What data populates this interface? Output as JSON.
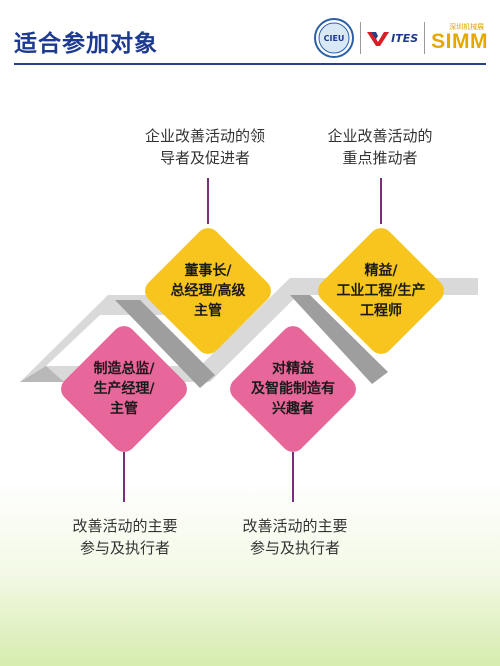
{
  "header": {
    "title": "适合参加对象",
    "logos": {
      "cieu_text": "CIEU",
      "ites_text": "ITES",
      "simm_top": "深圳机械展",
      "simm_text": "SIMM"
    }
  },
  "top_labels": [
    {
      "line1": "企业改善活动的领",
      "line2": "导者及促进者"
    },
    {
      "line1": "企业改善活动的",
      "line2": "重点推动者"
    }
  ],
  "bottom_labels": [
    {
      "line1": "改善活动的主要",
      "line2": "参与及执行者"
    },
    {
      "line1": "改善活动的主要",
      "line2": "参与及执行者"
    }
  ],
  "diamonds": [
    {
      "line1": "董事长/",
      "line2": "总经理/高级",
      "line3": "主管",
      "color": "#f7c51e"
    },
    {
      "line1": "精益/",
      "line2": "工业工程/生产",
      "line3": "工程师",
      "color": "#f7c51e"
    },
    {
      "line1": "制造总监/",
      "line2": "生产经理/",
      "line3": "主管",
      "color": "#e8679b"
    },
    {
      "line1": "对精益",
      "line2": "及智能制造有",
      "line3": "兴趣者",
      "color": "#e8679b"
    }
  ],
  "colors": {
    "title": "#1d3a8e",
    "yellow": "#f7c51e",
    "pink": "#e8679b",
    "band": "#c8c8c8",
    "connector": "#7b2e78"
  }
}
